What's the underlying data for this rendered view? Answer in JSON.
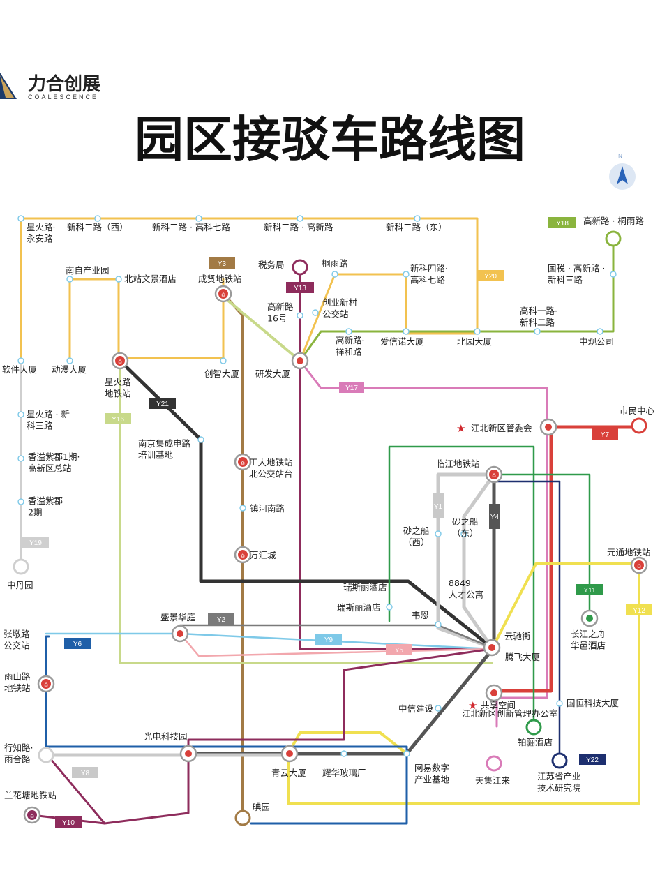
{
  "brand": {
    "name": "力合创展",
    "subtitle": "COALESCENCE"
  },
  "title": "园区接驳车路线图",
  "compass": {
    "letter": "N"
  },
  "colors": {
    "Y1": "#c9c9c9",
    "Y2": "#7a7a7a",
    "Y3": "#a27a45",
    "Y4": "#555555",
    "Y5": "#f2a7ad",
    "Y6": "#1f5fa8",
    "Y7": "#d9403a",
    "Y8": "#c9c9c9",
    "Y9": "#7ec9e8",
    "Y10": "#8e2c5c",
    "Y11": "#2f9a4a",
    "Y12": "#f0e050",
    "Y13": "#8e2c5c",
    "Y16": "#c8d98a",
    "Y17": "#d97bb8",
    "Y18": "#8ab43e",
    "Y19": "#cfcfcf",
    "Y20": "#f2c250",
    "Y21": "#333333",
    "Y22": "#1d2f6f"
  },
  "line_tags": [
    "Y18",
    "Y3",
    "Y13",
    "Y20",
    "Y17",
    "Y21",
    "Y16",
    "Y7",
    "Y1",
    "Y4",
    "Y19",
    "Y11",
    "Y12",
    "Y2",
    "Y9",
    "Y6",
    "Y5",
    "Y22",
    "Y8",
    "Y10"
  ],
  "stations": {
    "xinghuo_yongan": "星火路·\n永安路",
    "xinke2_west": "新科二路（西）",
    "xinke2_gaoke7": "新科二路 · 高科七路",
    "xinke2_gaoxin": "新科二路 · 高新路",
    "xinke2_east": "新科二路（东）",
    "gaoxin_tongyu": "高新路 · 桐雨路",
    "nanzi_park": "南自产业园",
    "beizhan_hotel": "北站文景酒店",
    "chengxian": "成贤地铁站",
    "shuiwuju": "税务局",
    "tongyu": "桐雨路",
    "xinke4_gaoke7": "新科四路·\n高科七路",
    "guoshui": "国税 · 高新路 ·\n新科三路",
    "gaoxin16": "高新路\n16号",
    "chuangye": "创业新村\n公交站",
    "gaoke1_xinke2": "高科一路·\n新科二路",
    "gaoxin_xianghe": "高新路·\n祥和路",
    "aixinnuo": "爱信诺大厦",
    "beiyuan": "北园大厦",
    "zhongguan": "中观公司",
    "ruanjian": "软件大厦",
    "dongman": "动漫大厦",
    "xinghuo_metro": "星火路\n地铁站",
    "chuangzhi": "创智大厦",
    "yanfa": "研发大厦",
    "xinghuo_xinke3": "星火路 · 新\n科三路",
    "jiangbei_committee": "江北新区管委会",
    "shimin": "市民中心",
    "nanjing_jicheng": "南京集成电路\n培训基地",
    "gongda": "工大地铁站\n北公交站台",
    "xiangxi1": "香溢紫郡1期·\n高新区总站",
    "linjiang": "临江地铁站",
    "zhenhe": "镇河南路",
    "xiangxi2": "香溢紫郡\n2期",
    "shazhichuan_w": "砂之船\n（西）",
    "shazhichuan_e": "砂之船\n（东）",
    "zhongdan": "中丹园",
    "wanhui": "万汇城",
    "yuantong": "元通地铁站",
    "talent": "8849\n人才公寓",
    "ruisi": "瑞斯丽酒店",
    "ruisi_faint": "瑞斯丽酒店",
    "shengjing": "盛景华庭",
    "weien": "韦恩",
    "changjiang": "长江之舟\n华邑酒店",
    "zhangdun": "张墩路\n公交站",
    "yunchi": "云驰街",
    "yunchi_faint": "腾飞大厦",
    "yushan": "雨山路\n地铁站",
    "zhongxin": "中信建设",
    "gongxiang": "共享空间",
    "gongxiang_sub": "江北新区创新管理办公室",
    "hengheng": "国恒科技大厦",
    "guangdian": "光电科技园",
    "bolu": "铂骊酒店",
    "xingzhi": "行知路·\n雨合路",
    "qingyun": "青云大厦",
    "yaohua": "耀华玻璃厂",
    "wangyi": "网易数字\n产业基地",
    "tianji": "天集江来",
    "jiangsu_inst": "江苏省产业\n技术研究院",
    "lanhuatang": "兰花塘地铁站",
    "yuanyuan": "晪园"
  }
}
